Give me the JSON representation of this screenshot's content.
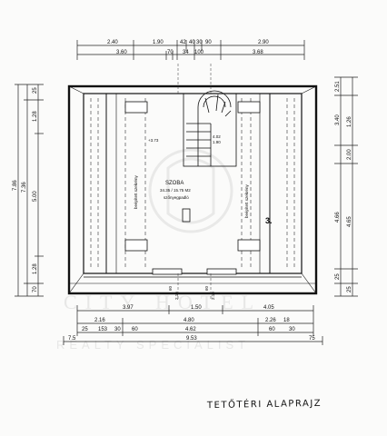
{
  "plan": {
    "caption": "TETŐTÉRI ALAPRAJZ",
    "room_name": "SZOBA",
    "room_area": "34.35 / 15.75 M2",
    "room_floor": "szőnyegpadló",
    "room_number": "3.",
    "skylight_label": "beépített szekrény",
    "stair_label": "4.02",
    "stair_label2": "1.90",
    "level_label": "+3.73",
    "dims_top_1": [
      "2.40",
      "1.90",
      "42",
      "40",
      "30",
      "90",
      "2.90"
    ],
    "dims_top_2": [
      "3.60",
      "70",
      "34",
      "100",
      "3.68"
    ],
    "dims_bottom_1": [
      "3.97",
      "1.50",
      "4.05"
    ],
    "dims_bottom_2": [
      "2.16",
      "4.80",
      "2.26",
      "18"
    ],
    "dims_bottom_3": [
      "25",
      "153",
      "30",
      "60",
      "4.62",
      "60",
      "30"
    ],
    "dims_bottom_4": [
      "7.5",
      "9.53",
      "75"
    ],
    "dims_left_outer": [
      "7.86"
    ],
    "dims_left_mid": [
      "7.36"
    ],
    "dims_left_inner": [
      "25",
      "1.28",
      "5.00",
      "1.28",
      "70"
    ],
    "dims_right_outer": [
      "2.51",
      "3.40",
      "4.66",
      "25"
    ],
    "dims_right_inner": [
      "1.26",
      "2.00",
      "4.65",
      "25"
    ],
    "door_dims": [
      "60",
      "2.10",
      "60",
      "2.10"
    ],
    "watermark_main": "CITY HOTEL",
    "watermark_sub": "REALTY SPECIALIST"
  }
}
